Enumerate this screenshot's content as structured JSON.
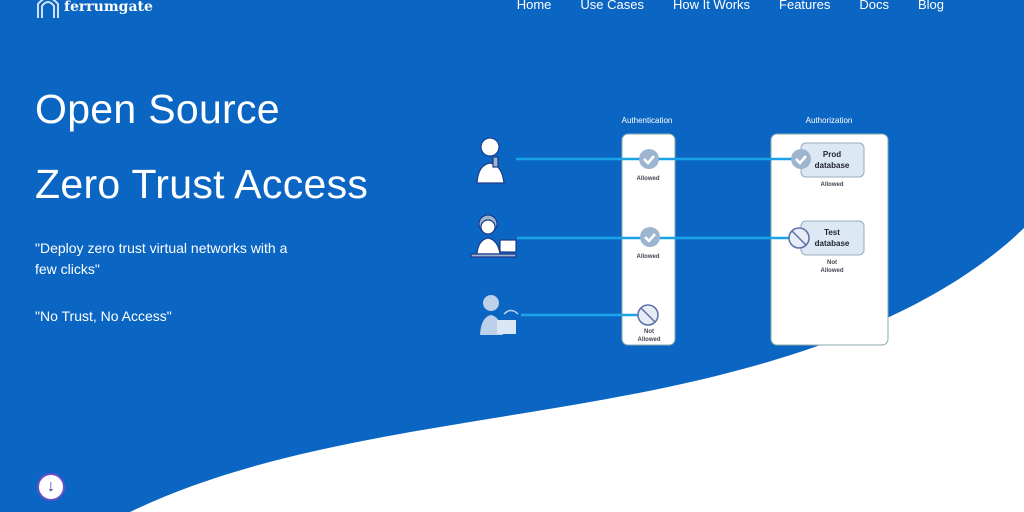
{
  "brand": {
    "name": "ferrumgate"
  },
  "nav": [
    "Home",
    "Use Cases",
    "How It Works",
    "Features",
    "Docs",
    "Blog"
  ],
  "hero": {
    "title_line1": "Open Source",
    "title_line2": "Zero Trust Access",
    "quote1": "\"Deploy zero trust virtual networks with a few clicks\"",
    "quote2": "\"No Trust, No Access\""
  },
  "diagram": {
    "authentication_label": "Authentication",
    "authorization_label": "Authorization",
    "allowed": "Allowed",
    "not": "Not",
    "prod_line1": "Prod",
    "prod_line2": "database",
    "test_line1": "Test",
    "test_line2": "database"
  },
  "colors": {
    "background": "#0b66c3",
    "line": "#1aa3e8"
  },
  "scroll_down": "↓"
}
